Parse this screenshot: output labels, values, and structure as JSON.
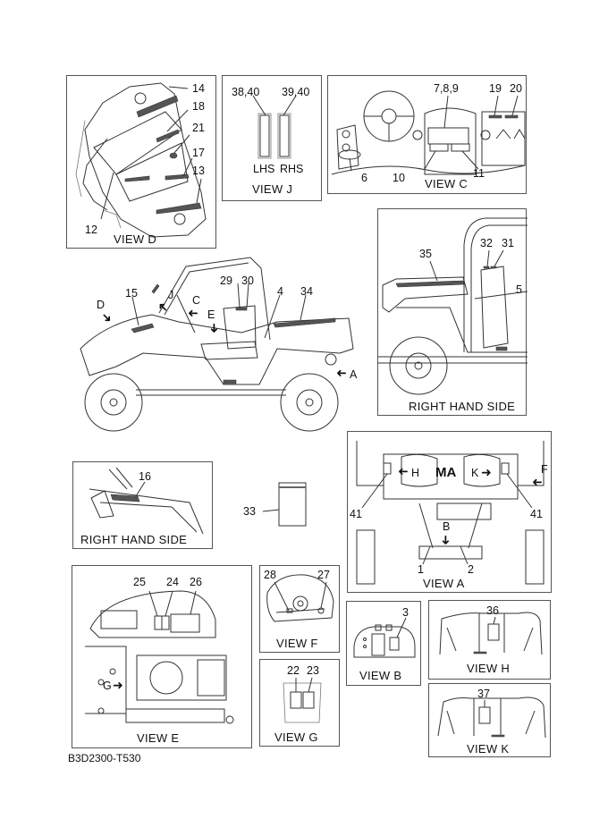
{
  "diagram": {
    "code": "B3D2300-T530",
    "views": {
      "view_d": {
        "caption": "VIEW D",
        "callouts": [
          "14",
          "18",
          "21",
          "17",
          "13",
          "12"
        ]
      },
      "view_j": {
        "caption": "VIEW J",
        "callouts": [
          "38,40",
          "39,40"
        ],
        "side_labels": [
          "LHS",
          "RHS"
        ]
      },
      "view_c": {
        "caption": "VIEW C",
        "callouts": [
          "7,8,9",
          "19",
          "20",
          "6",
          "10",
          "11"
        ]
      },
      "main": {
        "callouts": [
          "15",
          "29",
          "30",
          "4",
          "34"
        ],
        "arrows": [
          "D",
          "J",
          "C",
          "E",
          "A"
        ]
      },
      "right_side_top": {
        "caption": "RIGHT HAND SIDE",
        "callouts": [
          "35",
          "32",
          "31",
          "5"
        ]
      },
      "right_side_small": {
        "caption": "RIGHT HAND SIDE",
        "callouts": [
          "16"
        ]
      },
      "item_33": {
        "callouts": [
          "33"
        ]
      },
      "view_a": {
        "caption": "VIEW A",
        "callouts": [
          "41",
          "41",
          "1",
          "2"
        ],
        "arrows": [
          "H",
          "K",
          "F",
          "B"
        ],
        "emblem": "MA"
      },
      "view_e": {
        "caption": "VIEW E",
        "callouts": [
          "25",
          "24",
          "26"
        ],
        "arrows": [
          "G"
        ]
      },
      "view_f": {
        "caption": "VIEW F",
        "callouts": [
          "28",
          "27"
        ]
      },
      "view_g": {
        "caption": "VIEW G",
        "callouts": [
          "22",
          "23"
        ]
      },
      "view_b": {
        "caption": "VIEW B",
        "callouts": [
          "3"
        ]
      },
      "view_h": {
        "caption": "VIEW H",
        "callouts": [
          "36"
        ]
      },
      "view_k": {
        "caption": "VIEW K",
        "callouts": [
          "37"
        ]
      }
    }
  }
}
